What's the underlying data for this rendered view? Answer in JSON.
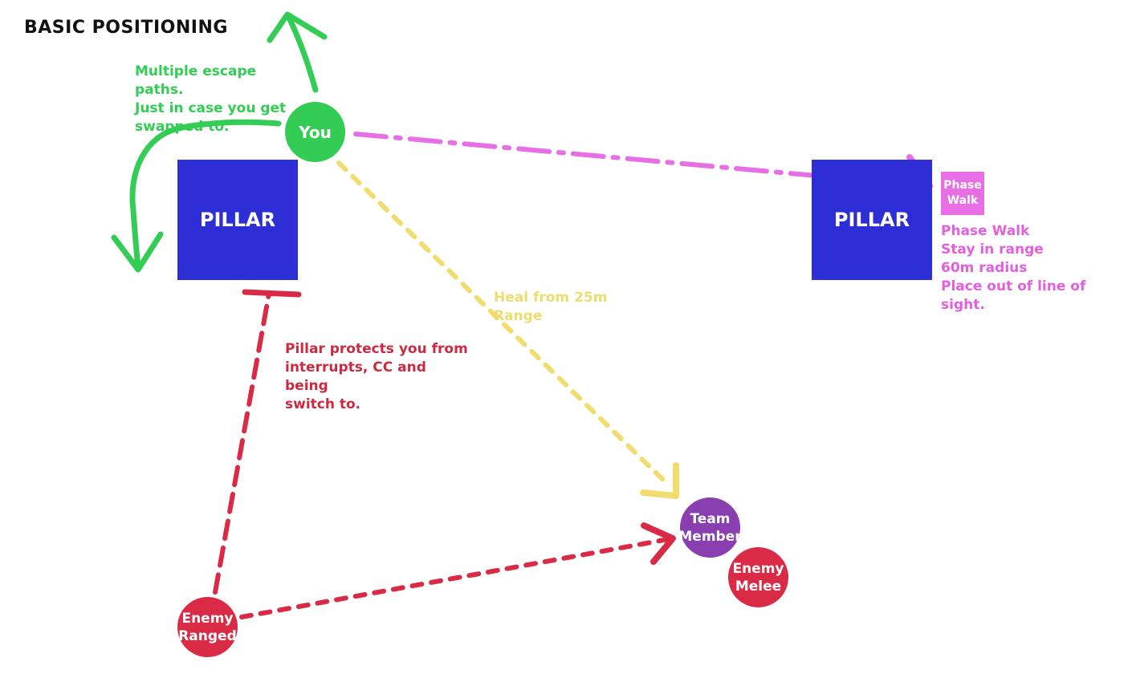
{
  "title": "BASIC POSITIONING",
  "colors": {
    "pillar": "#2e2ed6",
    "you": "#33cc55",
    "team_member": "#8a3fb0",
    "enemy": "#d92b45",
    "phase_walk": "#e86ee6",
    "heal": "#f0dd6e",
    "green_text": "#33cc55",
    "red_text": "#cc2a40",
    "yellow_text": "#eedd6e",
    "pink_text": "#e35fdd"
  },
  "pillars": [
    {
      "label": "PILLAR"
    },
    {
      "label": "PILLAR"
    }
  ],
  "tokens": {
    "you": "You",
    "team_member": "Team\nMember",
    "enemy_melee": "Enemy\nMelee",
    "enemy_ranged": "Enemy\nRanged"
  },
  "phase_walk_box": "Phase\nWalk",
  "notes": {
    "escape": "Multiple escape paths.\nJust in case you get\nswapped to.",
    "pillar_protect": "Pillar protects you from\ninterrupts, CC and being\nswitch to.",
    "heal": "Heal from 25m Range",
    "phase_walk": "Phase Walk\nStay in range\n60m radius\nPlace out of line of sight."
  }
}
